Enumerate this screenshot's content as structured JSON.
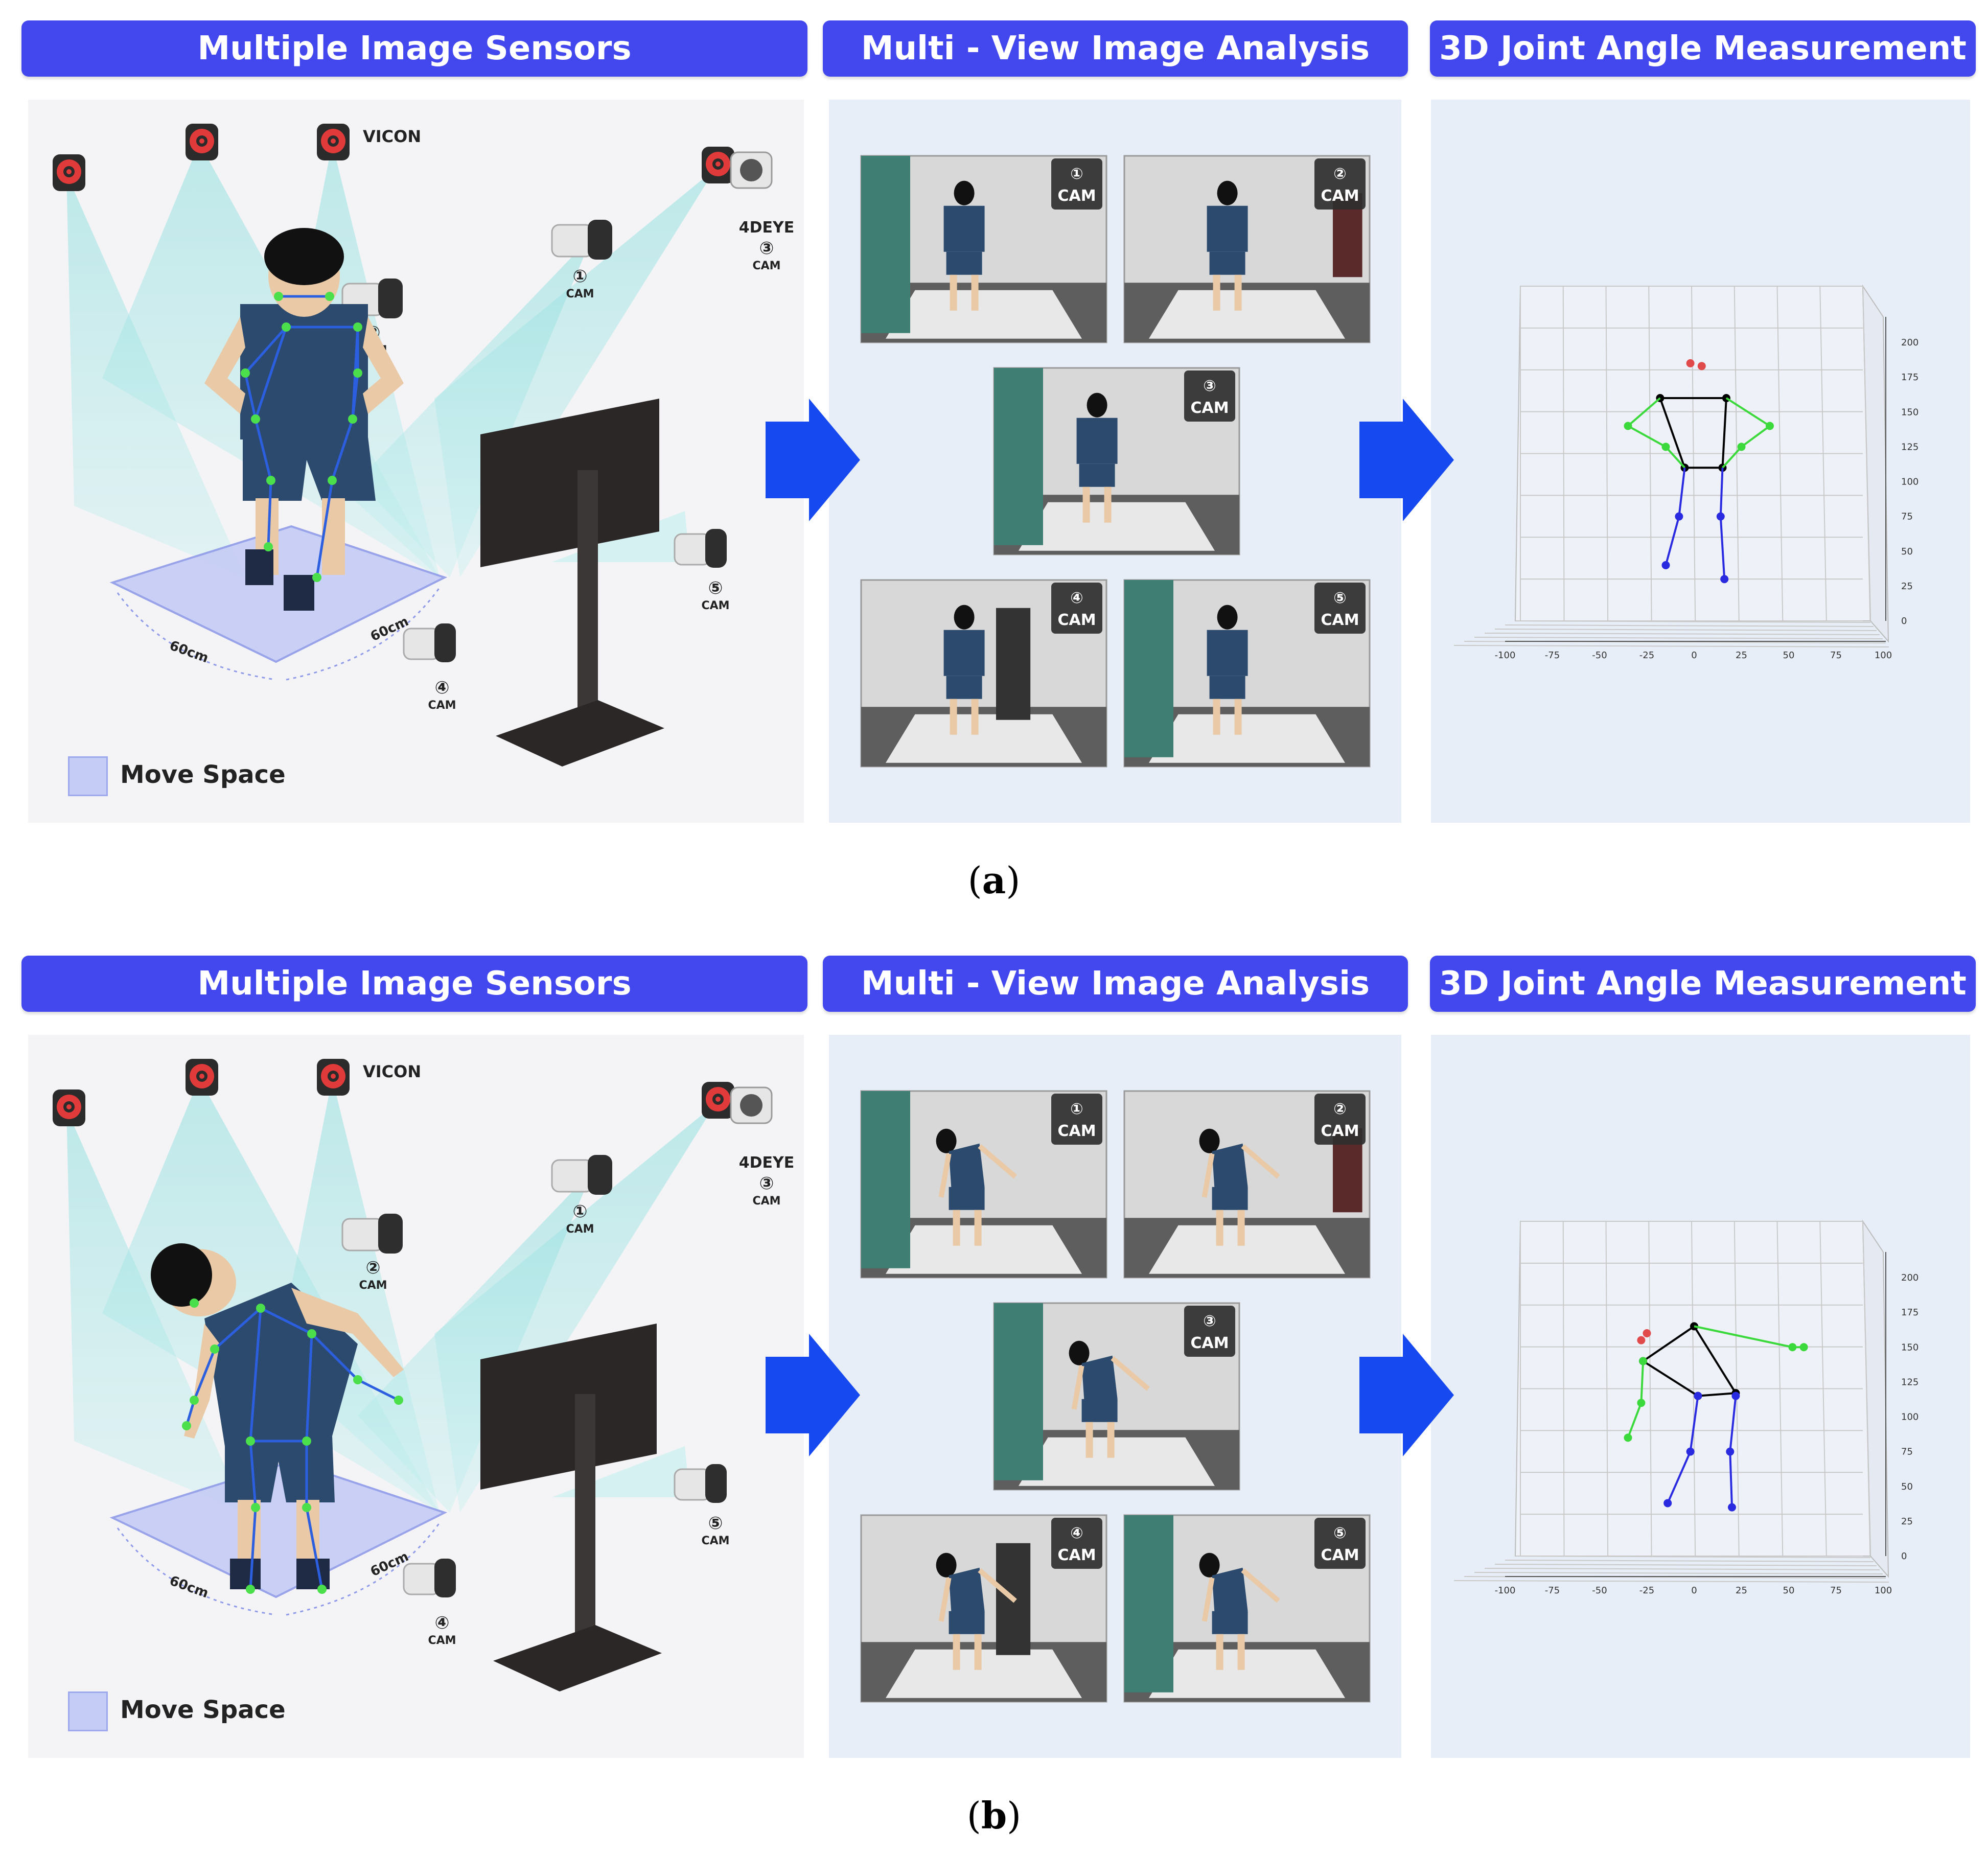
{
  "panels": [
    {
      "id": "a",
      "caption": "a",
      "headers": {
        "sensors": "Multiple Image Sensors",
        "analysis": "Multi - View Image Analysis",
        "measurement": "3D Joint Angle Measurement"
      },
      "legend": "Move Space",
      "labels": {
        "vicon": "VICON",
        "fourdeye": "4DEYE",
        "cam": "CAM",
        "dim1": "60cm",
        "dim2": "60cm"
      },
      "cam_numbers": [
        "①",
        "②",
        "③",
        "④",
        "⑤"
      ],
      "pose": "standing"
    },
    {
      "id": "b",
      "caption": "b",
      "headers": {
        "sensors": "Multiple Image Sensors",
        "analysis": "Multi - View Image Analysis",
        "measurement": "3D Joint Angle Measurement"
      },
      "legend": "Move Space",
      "labels": {
        "vicon": "VICON",
        "fourdeye": "4DEYE",
        "cam": "CAM",
        "dim1": "60cm",
        "dim2": "60cm"
      },
      "cam_numbers": [
        "①",
        "②",
        "③",
        "④",
        "⑤"
      ],
      "pose": "side-bend"
    }
  ],
  "chart_data": [
    {
      "type": "scatter",
      "x_ticks": [
        -100,
        -75,
        -50,
        -25,
        0,
        25,
        50,
        75,
        100
      ],
      "z_ticks": [
        0,
        25,
        50,
        75,
        100,
        125,
        150,
        175,
        200
      ],
      "xlim": [
        -100,
        100
      ],
      "zlim": [
        0,
        200
      ],
      "series": [
        {
          "points": [
            [
              -18,
              160
            ],
            [
              17,
              160
            ],
            [
              -5,
              110
            ],
            [
              15,
              110
            ]
          ]
        },
        {
          "points": [
            [
              -35,
              140
            ],
            [
              -15,
              125
            ],
            [
              25,
              125
            ],
            [
              40,
              140
            ]
          ]
        },
        {
          "points": [
            [
              -8,
              75
            ],
            [
              -15,
              40
            ],
            [
              14,
              75
            ],
            [
              16,
              30
            ]
          ]
        },
        {
          "points": [
            [
              -2,
              185
            ],
            [
              4,
              183
            ]
          ]
        }
      ]
    },
    {
      "type": "scatter",
      "x_ticks": [
        -100,
        -75,
        -50,
        -25,
        0,
        25,
        50,
        75,
        100
      ],
      "z_ticks": [
        0,
        25,
        50,
        75,
        100,
        125,
        150,
        175,
        200
      ],
      "xlim": [
        -100,
        100
      ],
      "zlim": [
        0,
        200
      ],
      "series": [
        {
          "points": [
            [
              0,
              165
            ],
            [
              -27,
              140
            ],
            [
              2,
              115
            ],
            [
              22,
              117
            ]
          ]
        },
        {
          "points": [
            [
              -27,
              140
            ],
            [
              -28,
              110
            ],
            [
              -35,
              85
            ],
            [
              52,
              150
            ],
            [
              58,
              150
            ]
          ]
        },
        {
          "points": [
            [
              2,
              115
            ],
            [
              -2,
              75
            ],
            [
              -14,
              38
            ],
            [
              22,
              115
            ],
            [
              19,
              75
            ],
            [
              20,
              35
            ]
          ]
        },
        {
          "points": [
            [
              -28,
              155
            ],
            [
              -25,
              160
            ]
          ]
        }
      ]
    }
  ]
}
